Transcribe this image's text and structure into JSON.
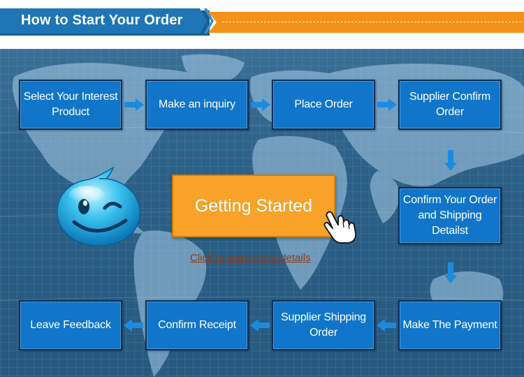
{
  "header": {
    "title": "How to Start Your Order"
  },
  "steps": {
    "select_product": "Select Your Interest Product",
    "make_inquiry": "Make an inquiry",
    "place_order": "Place Order",
    "supplier_confirm": "Supplier Confirm Order",
    "confirm_shipping": "Confirm Your Order and Shipping Detailst",
    "make_payment": "Make The Payment",
    "supplier_shipping": "Supplier Shipping Order",
    "confirm_receipt": "Confirm Receipt",
    "leave_feedback": "Leave Feedback"
  },
  "cta": {
    "button_label": "Getting Started",
    "link_label": "Click to learn more details"
  },
  "colors": {
    "header_blue": "#1f76b6",
    "header_orange": "#f39217",
    "step_blue": "#1175c9",
    "cta_orange": "#f8a22a",
    "arrow_blue": "#1b8be0",
    "link_brown": "#8b3c1a"
  },
  "icons": [
    "smiley-wink-icon",
    "hand-cursor-icon",
    "arrow-right-icon",
    "arrow-down-icon",
    "arrow-left-icon"
  ]
}
